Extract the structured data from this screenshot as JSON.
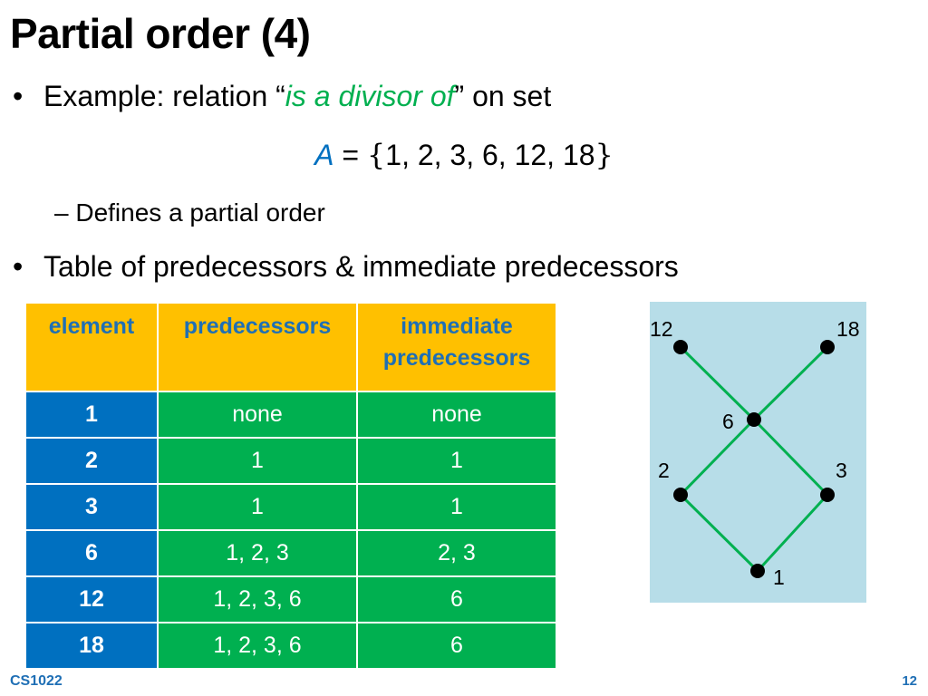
{
  "slide": {
    "title": "Partial order (4)",
    "bullet1": {
      "prefix": "Example: relation “",
      "emphasis": "is a divisor of",
      "suffix": "” on set"
    },
    "set_line": {
      "variable": "A",
      "equals": " = ",
      "open_brace": "{",
      "elements": "1, 2, 3, 6, 12, 18",
      "close_brace": "}"
    },
    "sub_bullet": "– Defines a partial order",
    "bullet2": "Table of predecessors & immediate predecessors"
  },
  "table": {
    "headers": [
      "element",
      "predecessors",
      "immediate predecessors"
    ],
    "rows": [
      {
        "element": "1",
        "predecessors": "none",
        "immediate": "none"
      },
      {
        "element": "2",
        "predecessors": "1",
        "immediate": "1"
      },
      {
        "element": "3",
        "predecessors": "1",
        "immediate": "1"
      },
      {
        "element": "6",
        "predecessors": "1, 2, 3",
        "immediate": "2, 3"
      },
      {
        "element": "12",
        "predecessors": "1, 2, 3, 6",
        "immediate": "6"
      },
      {
        "element": "18",
        "predecessors": "1, 2, 3, 6",
        "immediate": "6"
      }
    ]
  },
  "hasse": {
    "nodes": [
      "12",
      "18",
      "6",
      "2",
      "3",
      "1"
    ],
    "edges": [
      [
        "12",
        "6"
      ],
      [
        "18",
        "6"
      ],
      [
        "6",
        "2"
      ],
      [
        "6",
        "3"
      ],
      [
        "2",
        "1"
      ],
      [
        "3",
        "1"
      ]
    ],
    "edge_color": "#00b050",
    "background_color": "#b7dde8"
  },
  "footer": {
    "course": "CS1022",
    "page": "12"
  },
  "colors": {
    "header_bg": "#ffc000",
    "element_bg": "#0070c0",
    "value_bg": "#00b050",
    "accent_blue": "#1f6fb5",
    "accent_green": "#00b050"
  }
}
